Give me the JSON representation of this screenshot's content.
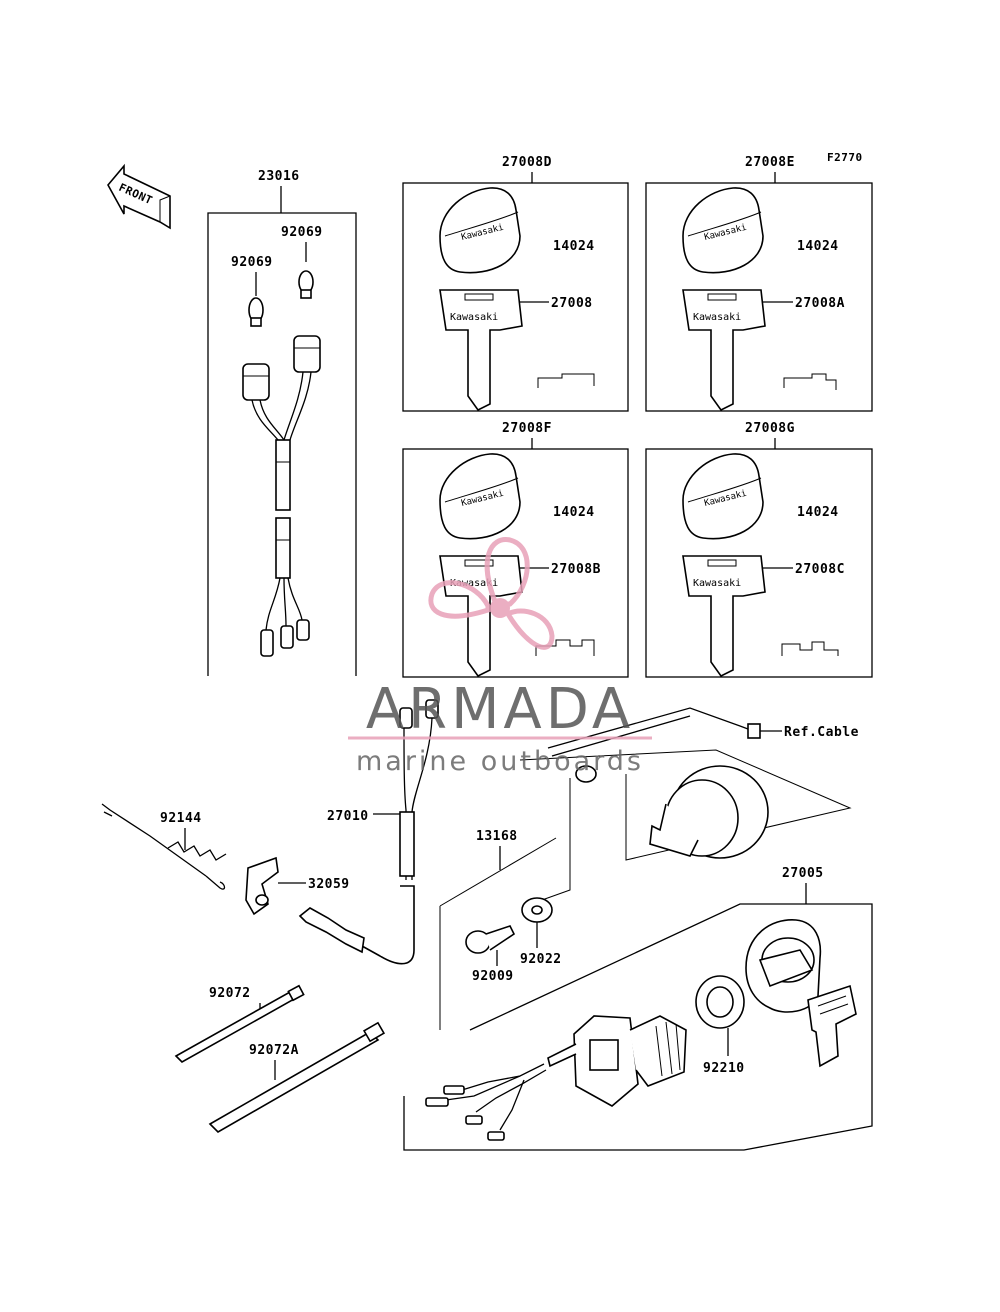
{
  "figure_code": "F2770",
  "front_label": "FRONT",
  "groups": {
    "g23016": "23016",
    "g27008D": "27008D",
    "g27008E": "27008E",
    "g27008F": "27008F",
    "g27008G": "27008G",
    "g27005": "27005"
  },
  "parts": {
    "p92069a": "92069",
    "p92069b": "92069",
    "p14024a": "14024",
    "p27008": "27008",
    "p14024b": "14024",
    "p27008A": "27008A",
    "p14024c": "14024",
    "p27008B": "27008B",
    "p14024d": "14024",
    "p27008C": "27008C",
    "p27010": "27010",
    "p92144": "92144",
    "p32059": "32059",
    "p13168": "13168",
    "p92022": "92022",
    "p92009": "92009",
    "p92072": "92072",
    "p92072A": "92072A",
    "p92210": "92210",
    "ref_cable": "Ref.Cable"
  },
  "key_brand": "Kawasaki",
  "watermark": {
    "title": "ARMADA",
    "subtitle": "marine outboards",
    "color_primary": "#e8a0b8",
    "color_text": "#555555"
  }
}
